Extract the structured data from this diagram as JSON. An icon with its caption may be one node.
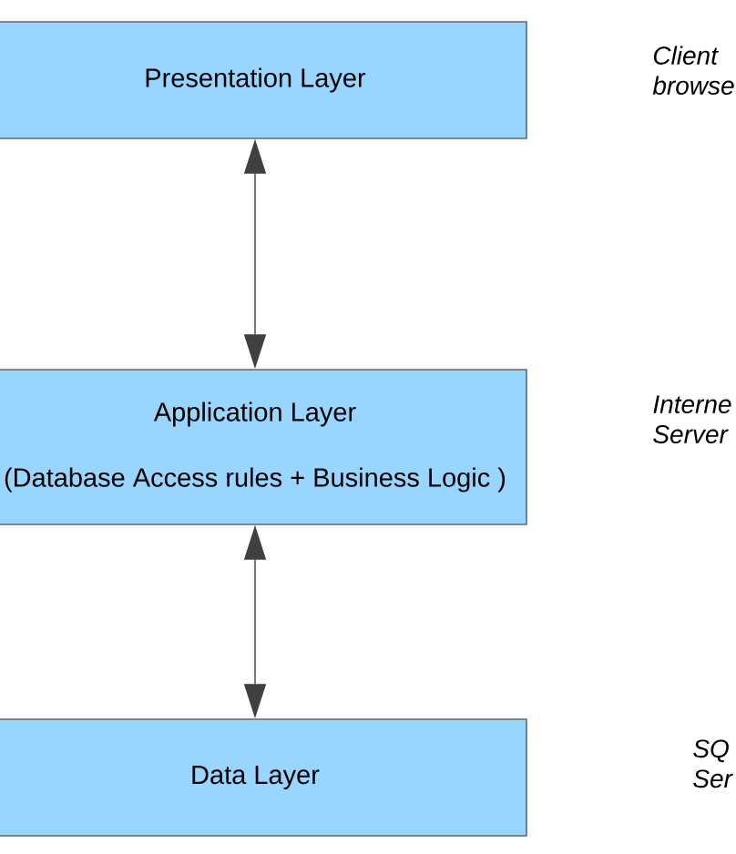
{
  "diagram": {
    "nodes": [
      {
        "text": [
          "Presentation Layer"
        ]
      },
      {
        "text": [
          "Application Layer",
          "(Database Access rules + Business Logic )"
        ]
      },
      {
        "text": [
          "Data Layer"
        ]
      }
    ],
    "edges": [
      {
        "from": 0,
        "to": 1,
        "arrow": "both"
      },
      {
        "from": 1,
        "to": 2,
        "arrow": "both"
      }
    ],
    "labels": [
      "Client browse",
      "Interne Server",
      "SQ Ser"
    ]
  }
}
